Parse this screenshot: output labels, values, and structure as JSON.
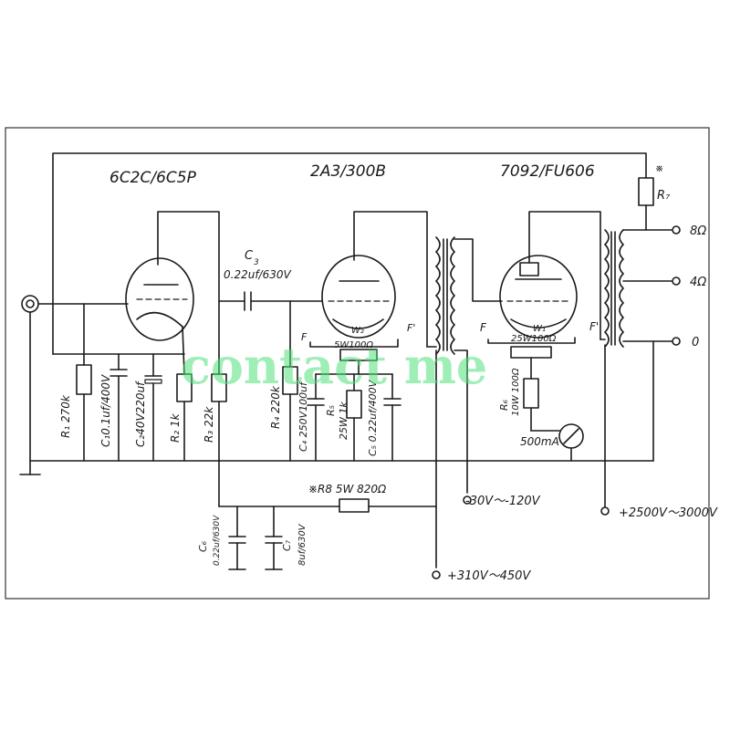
{
  "tubes": {
    "v1": "6C2C/6C5P",
    "v2": "2A3/300B",
    "v3": "7092/FU606"
  },
  "components": {
    "c3": "C",
    "c3_sub": "3",
    "c3_value": "0.22uf/630V",
    "r1": "R₁ 270k",
    "c1": "C₁0.1uf/400V",
    "c2": "C₂40V220uf",
    "r2": "R₂ 1k",
    "r3": "R₃ 22k",
    "r4": "R₄ 220k",
    "c4": "C₄ 250V100uf",
    "r5": "R₅",
    "r5_value": "25W 1k",
    "c5": "C₅ 0.22uf/400V",
    "w2": "W₂",
    "w2_value": "5W100Ω",
    "w1": "W₁",
    "w1_value": "25W100Ω",
    "r6": "R₆",
    "r6_value": "10W 100Ω",
    "meter": "500mA",
    "r7_star": "※",
    "r7": "R₇",
    "r8": "※R8 5W 820Ω",
    "c6": "C₆",
    "c6_value": "0.22uf/630V",
    "c7": "C₇",
    "c7_value": "8uf/630V"
  },
  "pins": {
    "f_left_2": "F",
    "f_right_2": "F'",
    "f_left_3": "F",
    "f_right_3": "F'"
  },
  "outputs": {
    "tap_8": "8Ω",
    "tap_4": "4Ω",
    "tap_0": "0"
  },
  "supplies": {
    "bias": "-30V～-120V",
    "hv": "+2500V～3000V",
    "b_plus": "+310V～450V"
  },
  "watermark": "contact me"
}
